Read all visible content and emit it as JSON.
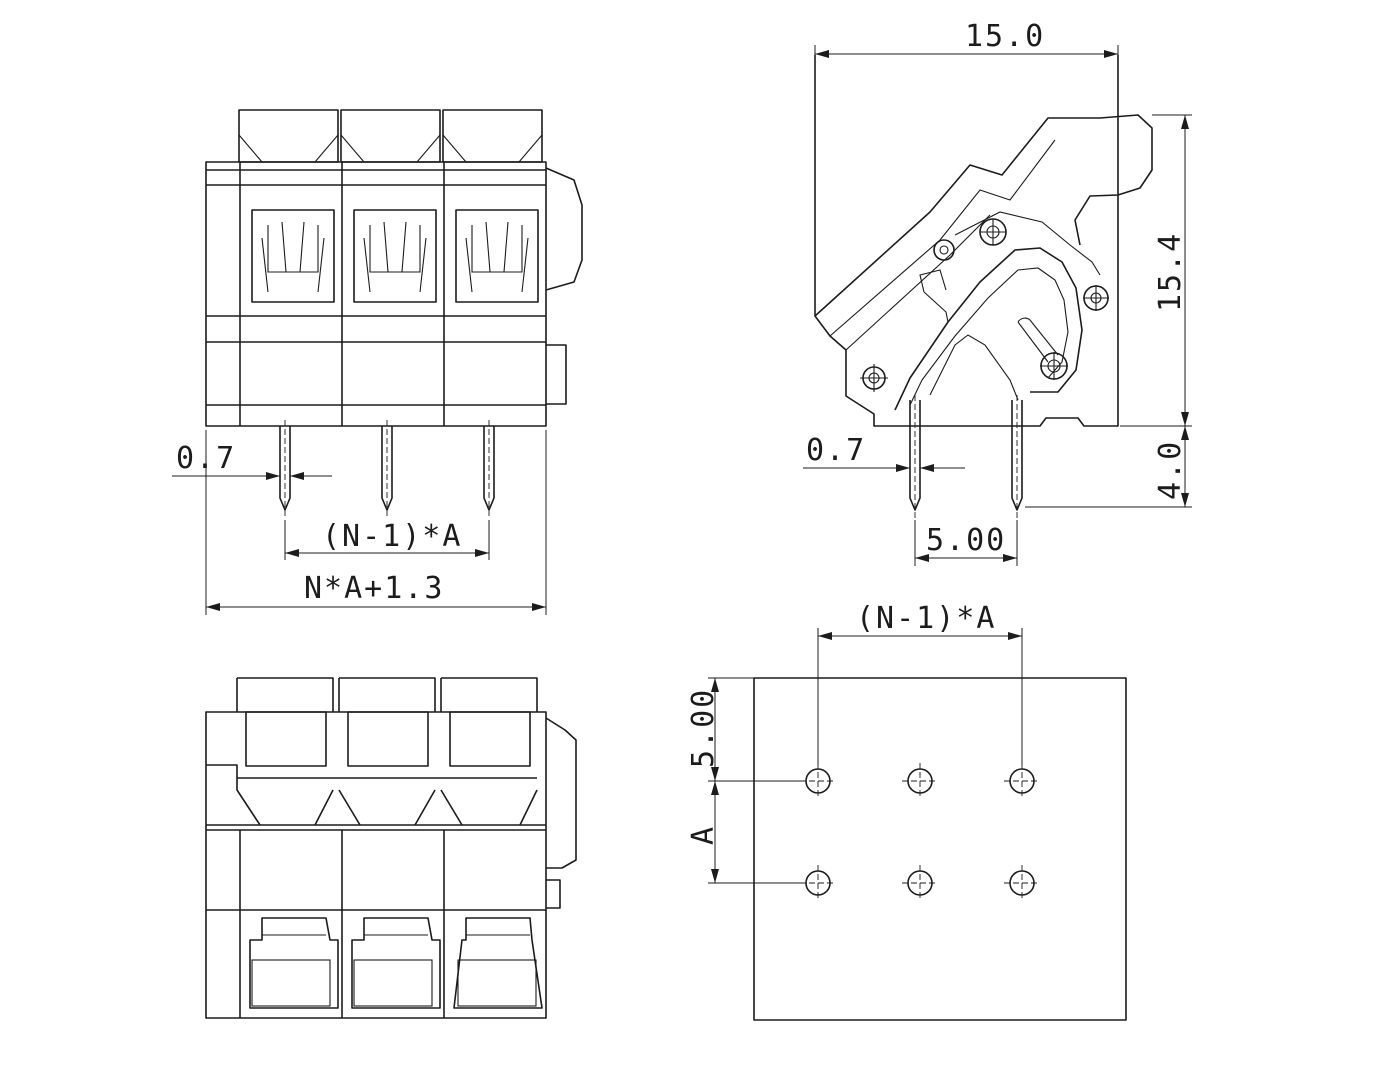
{
  "dimensions": {
    "front_pin_thickness": "0.7",
    "front_pin_span": "(N-1)*A",
    "front_total_width": "N*A+1.3",
    "side_width": "15.0",
    "side_height": "15.4",
    "side_pin_length": "4.0",
    "side_pin_thickness": "0.7",
    "side_pin_spacing": "5.00",
    "pcb_span": "(N-1)*A",
    "pcb_row_offset": "5.00",
    "pcb_row_pitch": "A"
  }
}
